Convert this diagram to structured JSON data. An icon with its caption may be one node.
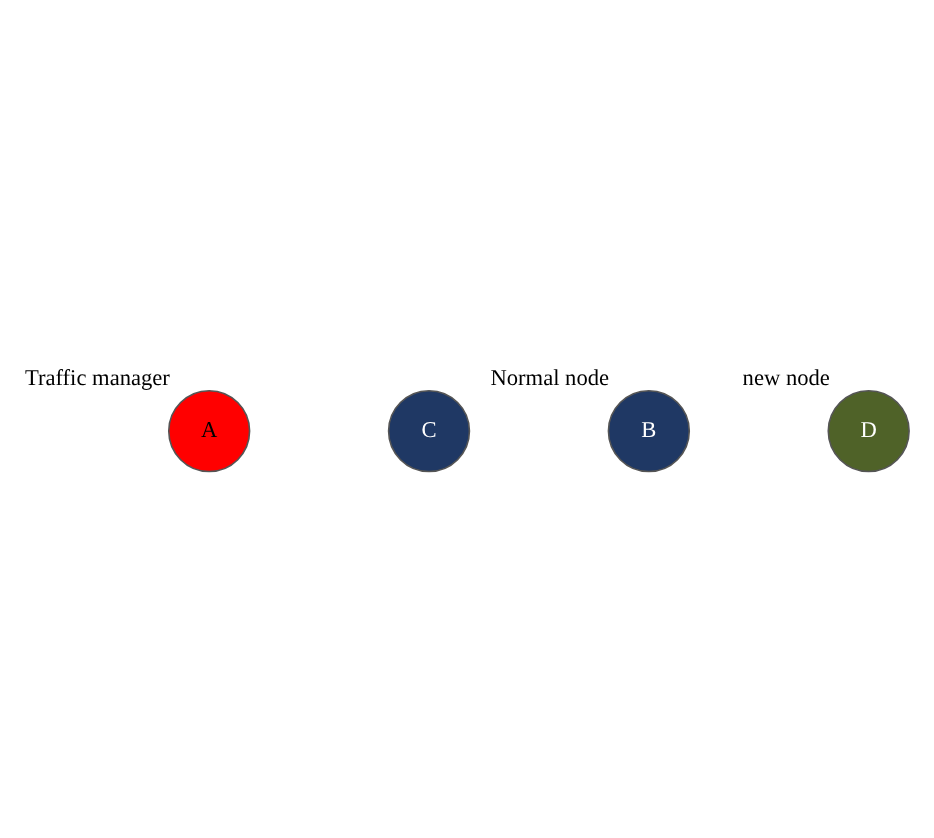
{
  "diagram": {
    "nodes": [
      {
        "text": [
          "A"
        ],
        "beside": [
          "Traffic manager"
        ]
      },
      {
        "text": [
          "C"
        ]
      },
      {
        "text": [
          "B"
        ],
        "beside": [
          "Normal node"
        ]
      },
      {
        "text": [
          "D"
        ],
        "beside": [
          "new node"
        ]
      }
    ]
  }
}
